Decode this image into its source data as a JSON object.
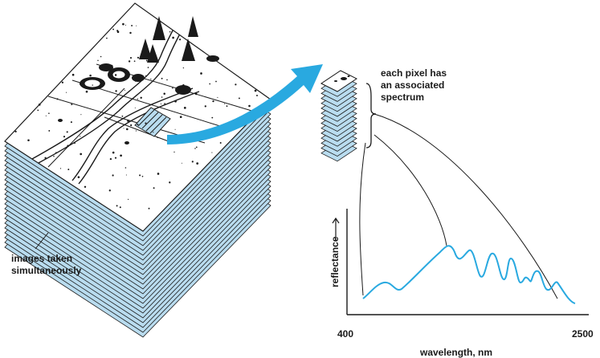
{
  "labels": {
    "images_line1": "images taken",
    "images_line2": "simultaneously",
    "pixel_line1": "each pixel has",
    "pixel_line2": "an associated",
    "pixel_line3": "spectrum",
    "ylabel": "reflectance",
    "xlabel": "wavelength, nm",
    "x_min_tick": "400",
    "x_max_tick": "2500"
  },
  "colors": {
    "layer_fill": "#b9dcef",
    "arrow": "#29a9e0",
    "spectrum": "#29a9e0",
    "ink": "#1a1a1a"
  },
  "icons": [
    "tree-icon",
    "arrow-curved-icon"
  ],
  "chart_data": {
    "type": "line",
    "x_range": [
      400,
      2500
    ],
    "xlabel": "wavelength, nm",
    "ylabel": "reflectance",
    "x_tick_labels": [
      "400",
      "2500"
    ],
    "grid": false
  }
}
